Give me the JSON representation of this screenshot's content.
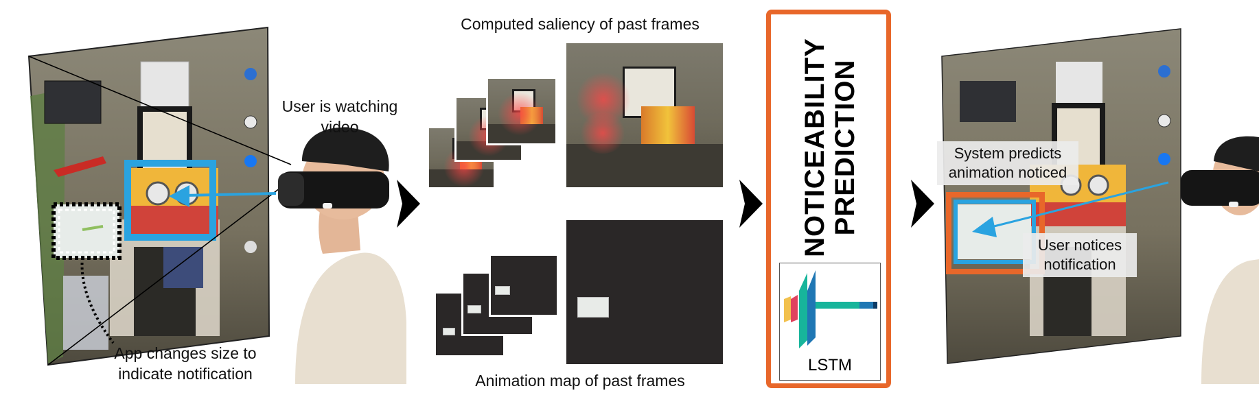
{
  "captions": {
    "user_watching": "User is watching\nvideo",
    "app_changes": "App changes size to\nindicate notification",
    "saliency": "Computed saliency of past frames",
    "animation": "Animation map of past frames",
    "system_predicts": "System predicts\nanimation noticed",
    "user_notices": "User notices\nnotification"
  },
  "prediction": {
    "title_line1": "NOTICEABILITY",
    "title_line2": "PREDICTION",
    "model_label": "LSTM"
  },
  "colors": {
    "accent_orange": "#e8672a",
    "highlight_blue": "#2aa3e0",
    "arrow_black": "#000000",
    "lstm_teal": "#17b59b",
    "lstm_blue": "#1f77b4",
    "lstm_red": "#e0425e",
    "lstm_yellow": "#f2c14e"
  }
}
